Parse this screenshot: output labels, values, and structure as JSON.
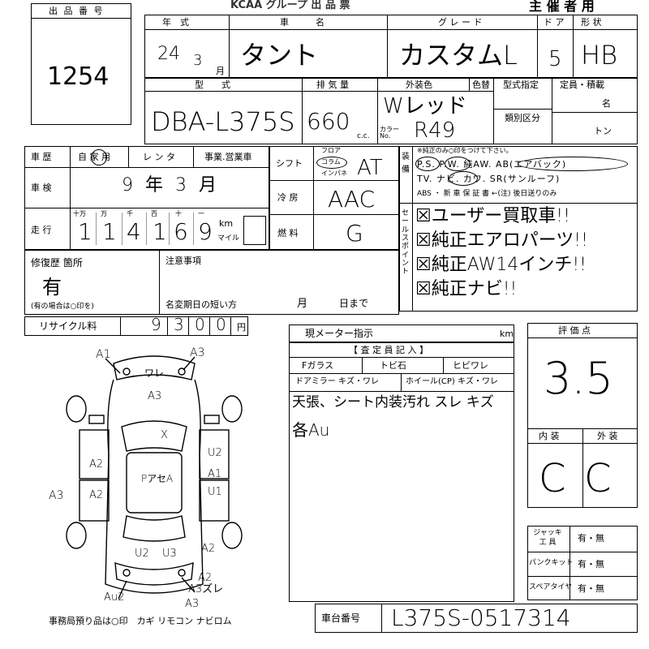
{
  "header": {
    "lot_label": "出 品 番 号",
    "lot_number": "1254",
    "group_title": "KCAA グループ 出 品 票",
    "organizer": "主 催 者 用"
  },
  "row1": {
    "year_label": "年　式",
    "model_name_label": "車　　　名",
    "grade_label": "グ レ ー ド",
    "doors_label": "ド ア",
    "shape_label": "形 状",
    "year_value": "24",
    "month_value": "3",
    "month_unit": "月",
    "model_name_value": "タント",
    "grade_value": "カスタムL",
    "doors_value": "5",
    "shape_value": "HB"
  },
  "row2": {
    "type_label": "型　　式",
    "displacement_label": "排 気 量",
    "color_label": "外装色",
    "color_change_label": "色替",
    "type_designation_label": "型式指定",
    "category_label": "類別区分",
    "capacity_label": "定員・積載",
    "persons_unit": "名",
    "tons_unit": "トン",
    "type_value": "DBA-L375S",
    "displacement_value": "660",
    "cc_unit": "c.c.",
    "color_value": "Wレッド",
    "color_no_label": "カラー No.",
    "color_no_value": "R49"
  },
  "history": {
    "label": "車 歴",
    "options": [
      "自 家 用",
      "レ ン タ",
      "事業.営業車"
    ],
    "selected": "自 家 用"
  },
  "inspection": {
    "label": "車 検",
    "value": "9 年 3 月"
  },
  "mileage": {
    "label": "走 行",
    "units": [
      "十万",
      "万",
      "千",
      "百",
      "十",
      "一"
    ],
    "digits": [
      "1",
      "1",
      "4",
      "1",
      "6",
      "9"
    ],
    "km_label": "km",
    "mile_label": "マイル"
  },
  "shift": {
    "label": "シフト",
    "options": [
      "フロア",
      "コラム",
      "インパネ"
    ],
    "selected": "コラム",
    "value": "AT"
  },
  "ac": {
    "label": "冷 房",
    "value": "AAC"
  },
  "fuel": {
    "label": "燃 料",
    "value": "G"
  },
  "equipment": {
    "label": "装 備",
    "note": "※純正のみ○印をつけて下さい。",
    "line1": "P.S. P.W. 純AW. AB(エアバック)",
    "line2": "TV. ナビ. カワ. SR(サンルーフ)",
    "line3": "ABS ・ 新 車 保 証 書 ←(注) 後日送りのみ",
    "circled": [
      "P.S.",
      "P.W.",
      "AB(エアバック)",
      "ナビ"
    ]
  },
  "sales_points": {
    "label": "セールスポイント",
    "lines": [
      "☒ユーザー買取車!!",
      "☒純正エアロパーツ!!",
      "☒純正AW14インチ!!",
      "☒純正ナビ!!"
    ]
  },
  "repair": {
    "label": "修復歴 箇所",
    "value": "有",
    "note": "(有の場合は○印を)"
  },
  "notes": {
    "label": "注意事項",
    "short_date_label": "名変期日の短い方",
    "month_label": "月",
    "day_label": "日まで"
  },
  "recycle": {
    "label": "リサイクル料",
    "digits": [
      "9",
      "3",
      "0",
      "0"
    ],
    "yen": "円"
  },
  "meter": {
    "label": "現メーター指示",
    "km": "km"
  },
  "inspector": {
    "title": "【 査 定 員 記 入 】",
    "glass_label": "Fガラス",
    "glass_value": "トビ石",
    "crack_label": "ヒビワレ",
    "mirror_label": "ドアミラー キズ・ワレ",
    "wheel_label": "ホイール(CP) キズ・ワレ",
    "comments": [
      "天張、シート内装汚れ スレ キズ",
      "各Au"
    ]
  },
  "rating": {
    "label": "評 価 点",
    "value": "3.5",
    "interior_label": "内 装",
    "exterior_label": "外 装",
    "interior_value": "C",
    "exterior_value": "C"
  },
  "tools": {
    "jack_label": "ジャッキ 工 具",
    "puncture_label": "パンクキット",
    "spare_label": "スペアタイヤ",
    "options": "有・無"
  },
  "chassis": {
    "label": "車台番号",
    "value": "L375S-0517314"
  },
  "office_note": "事務局預り品は○印　カギ リモコン ナビロム",
  "diagram": {
    "marks": [
      "A1",
      "A3",
      "ワレ",
      "A3",
      "X",
      "A2",
      "A2",
      "A3",
      "U2",
      "A1",
      "U1",
      "PアセA",
      "U2",
      "U3",
      "A2",
      "A2",
      "A3ズレ",
      "Au2",
      "A3"
    ]
  }
}
